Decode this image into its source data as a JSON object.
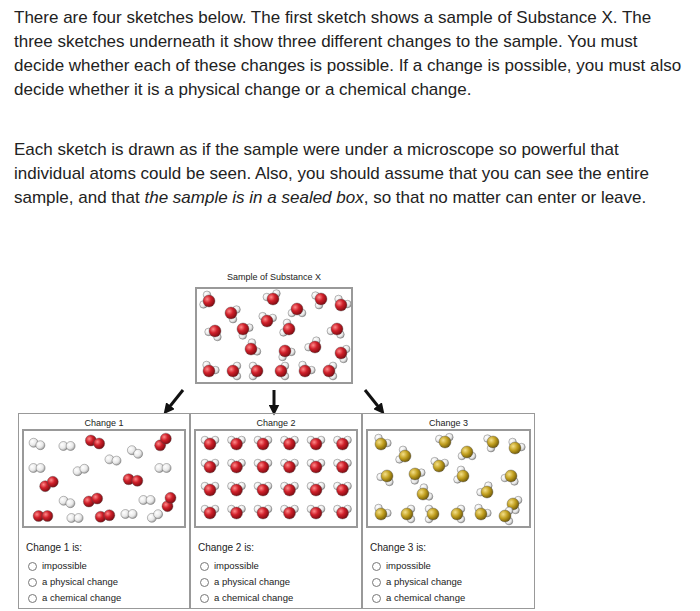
{
  "diagram": {
    "nodes": [
      {
        "text": [
          "Sample of Substance X"
        ]
      },
      {
        "text": [
          "Change 1",
          "Change 1 is:",
          "impossible",
          "a physical change",
          "a chemical change"
        ]
      },
      {
        "text": [
          "Change 2",
          "Change 2 is:",
          "impossible",
          "a physical change",
          "a chemical change"
        ]
      },
      {
        "text": [
          "Change 3",
          "Change 3 is:",
          "impossible",
          "a physical change",
          "a chemical change"
        ]
      }
    ],
    "edges": [
      {
        "from": 0,
        "to": 1,
        "arrow": "to"
      },
      {
        "from": 0,
        "to": 2,
        "arrow": "to"
      },
      {
        "from": 0,
        "to": 3,
        "arrow": "to"
      }
    ],
    "labels": [
      "There are four sketches below. The first sketch shows a sample of Substance X. The three sketches underneath it show three different changes to the sample. You must decide whether each of these changes is possible. If a change is possible, you must also decide whether it is a physical change or a chemical change.",
      "Each sketch is drawn as if the sample were under a microscope so powerful that individual atoms could be seen. Also, you should assume that you can see the entire sample, and that",
      "the sample is in a sealed box",
      ", so that no matter can enter or leave."
    ]
  }
}
